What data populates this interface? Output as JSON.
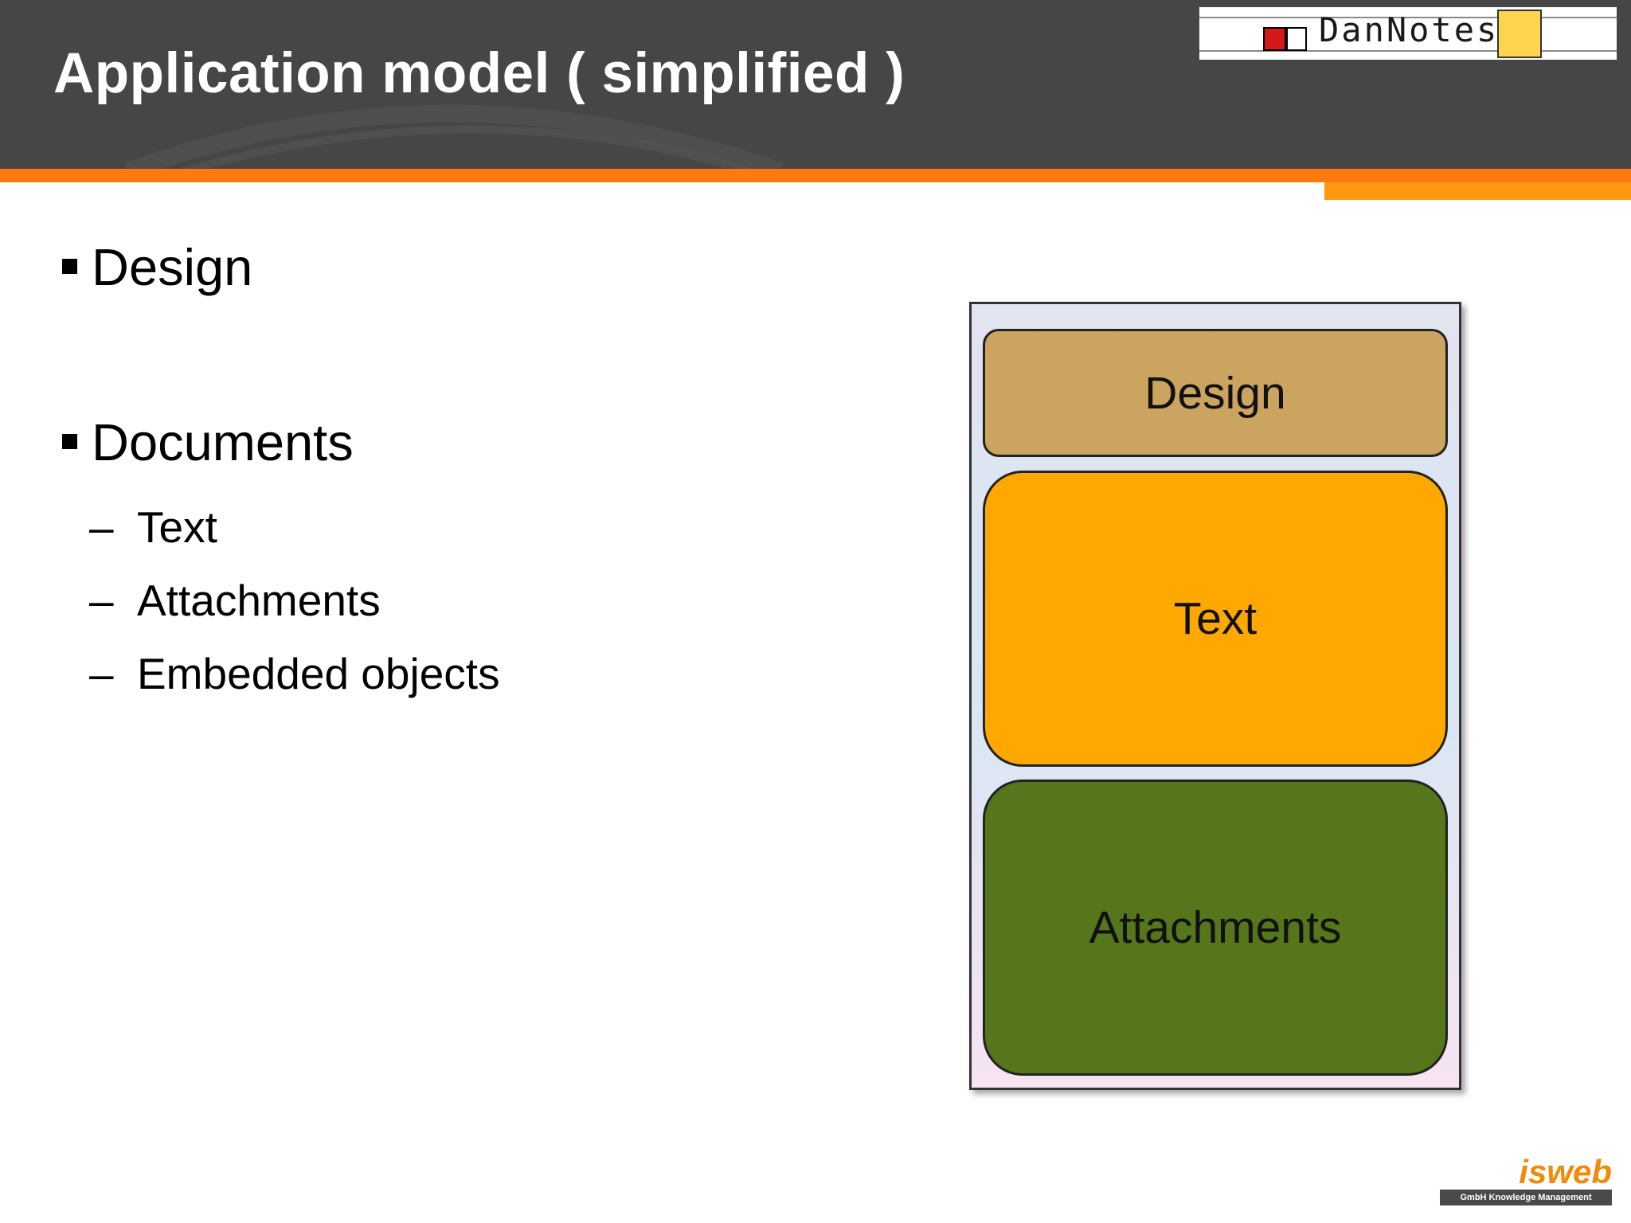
{
  "slide": {
    "title": "Application model ( simplified )",
    "bullets": [
      {
        "label": "Design"
      },
      {
        "label": "Documents",
        "sub_items": [
          "Text",
          "Attachments",
          "Embedded objects"
        ]
      }
    ],
    "sub_dash": "–"
  },
  "diagram": {
    "blocks": [
      {
        "label": "Design",
        "color": "#cba45f"
      },
      {
        "label": "Text",
        "color": "#ffa802"
      },
      {
        "label": "Attachments",
        "color": "#55761b"
      }
    ]
  },
  "branding": {
    "header_logo": "DanNotes",
    "footer_logo": "isweb",
    "footer_tagline": "GmbH Knowledge Management"
  },
  "colors": {
    "header_bg": "#464646",
    "accent_orange": "#ff7a0e",
    "accent_tab": "#ff9a10"
  }
}
